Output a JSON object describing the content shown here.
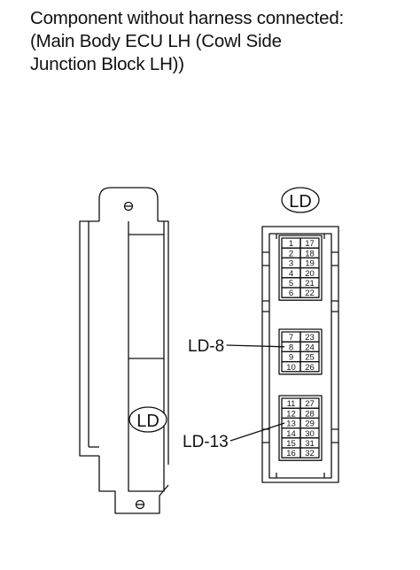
{
  "title_lines": [
    "Component without harness connected:",
    "(Main Body ECU LH (Cowl Side",
    "Junction Block LH))"
  ],
  "component_label": "LD",
  "connector_label": "LD",
  "connector_pins": {
    "blocks": [
      [
        [
          1,
          17
        ],
        [
          2,
          18
        ],
        [
          3,
          19
        ],
        [
          4,
          20
        ],
        [
          5,
          21
        ],
        [
          6,
          22
        ]
      ],
      [
        [
          7,
          23
        ],
        [
          8,
          24
        ],
        [
          9,
          25
        ],
        [
          10,
          26
        ]
      ],
      [
        [
          11,
          27
        ],
        [
          12,
          28
        ],
        [
          13,
          29
        ],
        [
          14,
          30
        ],
        [
          15,
          31
        ],
        [
          16,
          32
        ]
      ]
    ]
  },
  "callouts": [
    {
      "label": "LD-8",
      "pin": 8
    },
    {
      "label": "LD-13",
      "pin": 13
    }
  ]
}
